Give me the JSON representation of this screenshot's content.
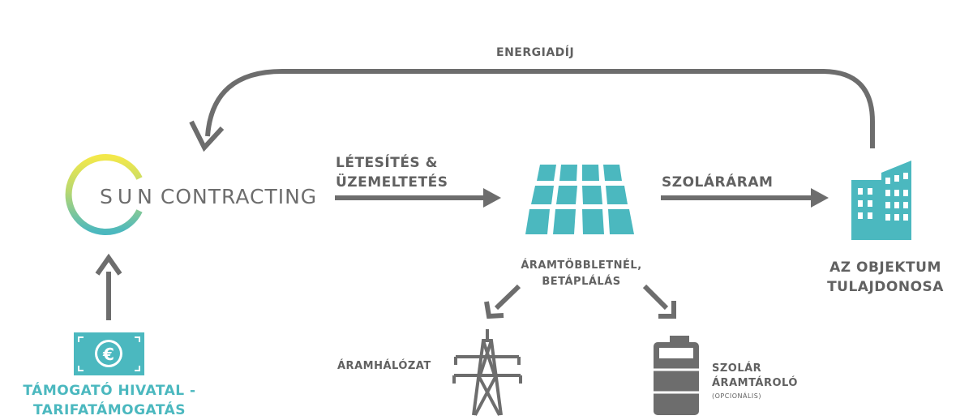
{
  "labels": {
    "energy_fee": "ENERGIADÍJ",
    "install_line1": "LÉTESÍTÉS &",
    "install_line2": "ÜZEMELTETÉS",
    "solar_power": "SZOLÁRÁRAM",
    "owner_line1": "AZ OBJEKTUM",
    "owner_line2": "TULAJDONOSA",
    "surplus_line1": "ÁRAMTÖBBLETNÉL,",
    "surplus_line2": "BETÁPLÁLÁS",
    "grid": "ÁRAMHÁLÓZAT",
    "storage_line1": "SZOLÁR",
    "storage_line2": "ÁRAMTÁROLÓ",
    "storage_note": "(OPCIONÁLIS)",
    "subsidy_line1": "TÁMOGATÓ HIVATAL -",
    "subsidy_line2": "TARIFATÁMOGATÁS"
  },
  "logo": {
    "part1": "SUN",
    "part2": "CONTRACTING"
  },
  "icons": {
    "currency_symbol": "€"
  },
  "colors": {
    "teal": "#4bb8bf",
    "gray": "#6d6d6d",
    "logo_ring_start": "#f3e84a",
    "logo_ring_end": "#4bb8bf"
  }
}
